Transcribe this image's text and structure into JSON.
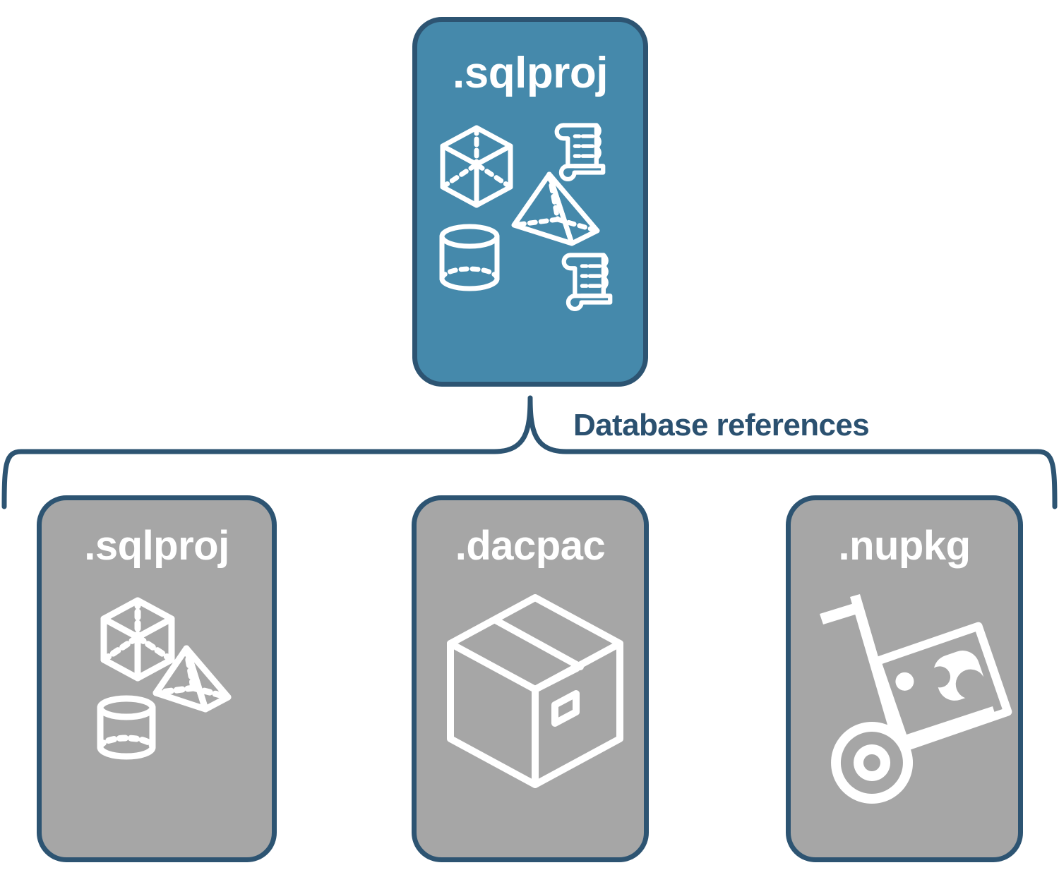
{
  "diagram": {
    "title_text": "Database references",
    "colors": {
      "card_blue": "#4589ab",
      "card_gray": "#a6a6a6",
      "border_navy": "#2d5472",
      "label_navy": "#2b5170",
      "icon_white": "#ffffff",
      "background": "#ffffff"
    },
    "parent": {
      "label": ".sqlproj",
      "fill": "blue",
      "icons": [
        "cube-icon",
        "pyramid-icon",
        "cylinder-icon",
        "script-scroll-icon",
        "script-scroll-icon"
      ]
    },
    "connector": {
      "type": "curly-brace",
      "label": "Database references"
    },
    "children": [
      {
        "label": ".sqlproj",
        "fill": "gray",
        "icons": [
          "cube-icon",
          "pyramid-icon",
          "cylinder-icon"
        ]
      },
      {
        "label": ".dacpac",
        "fill": "gray",
        "icons": [
          "package-box-icon"
        ]
      },
      {
        "label": ".nupkg",
        "fill": "gray",
        "icons": [
          "nuget-hand-truck-icon"
        ]
      }
    ]
  }
}
